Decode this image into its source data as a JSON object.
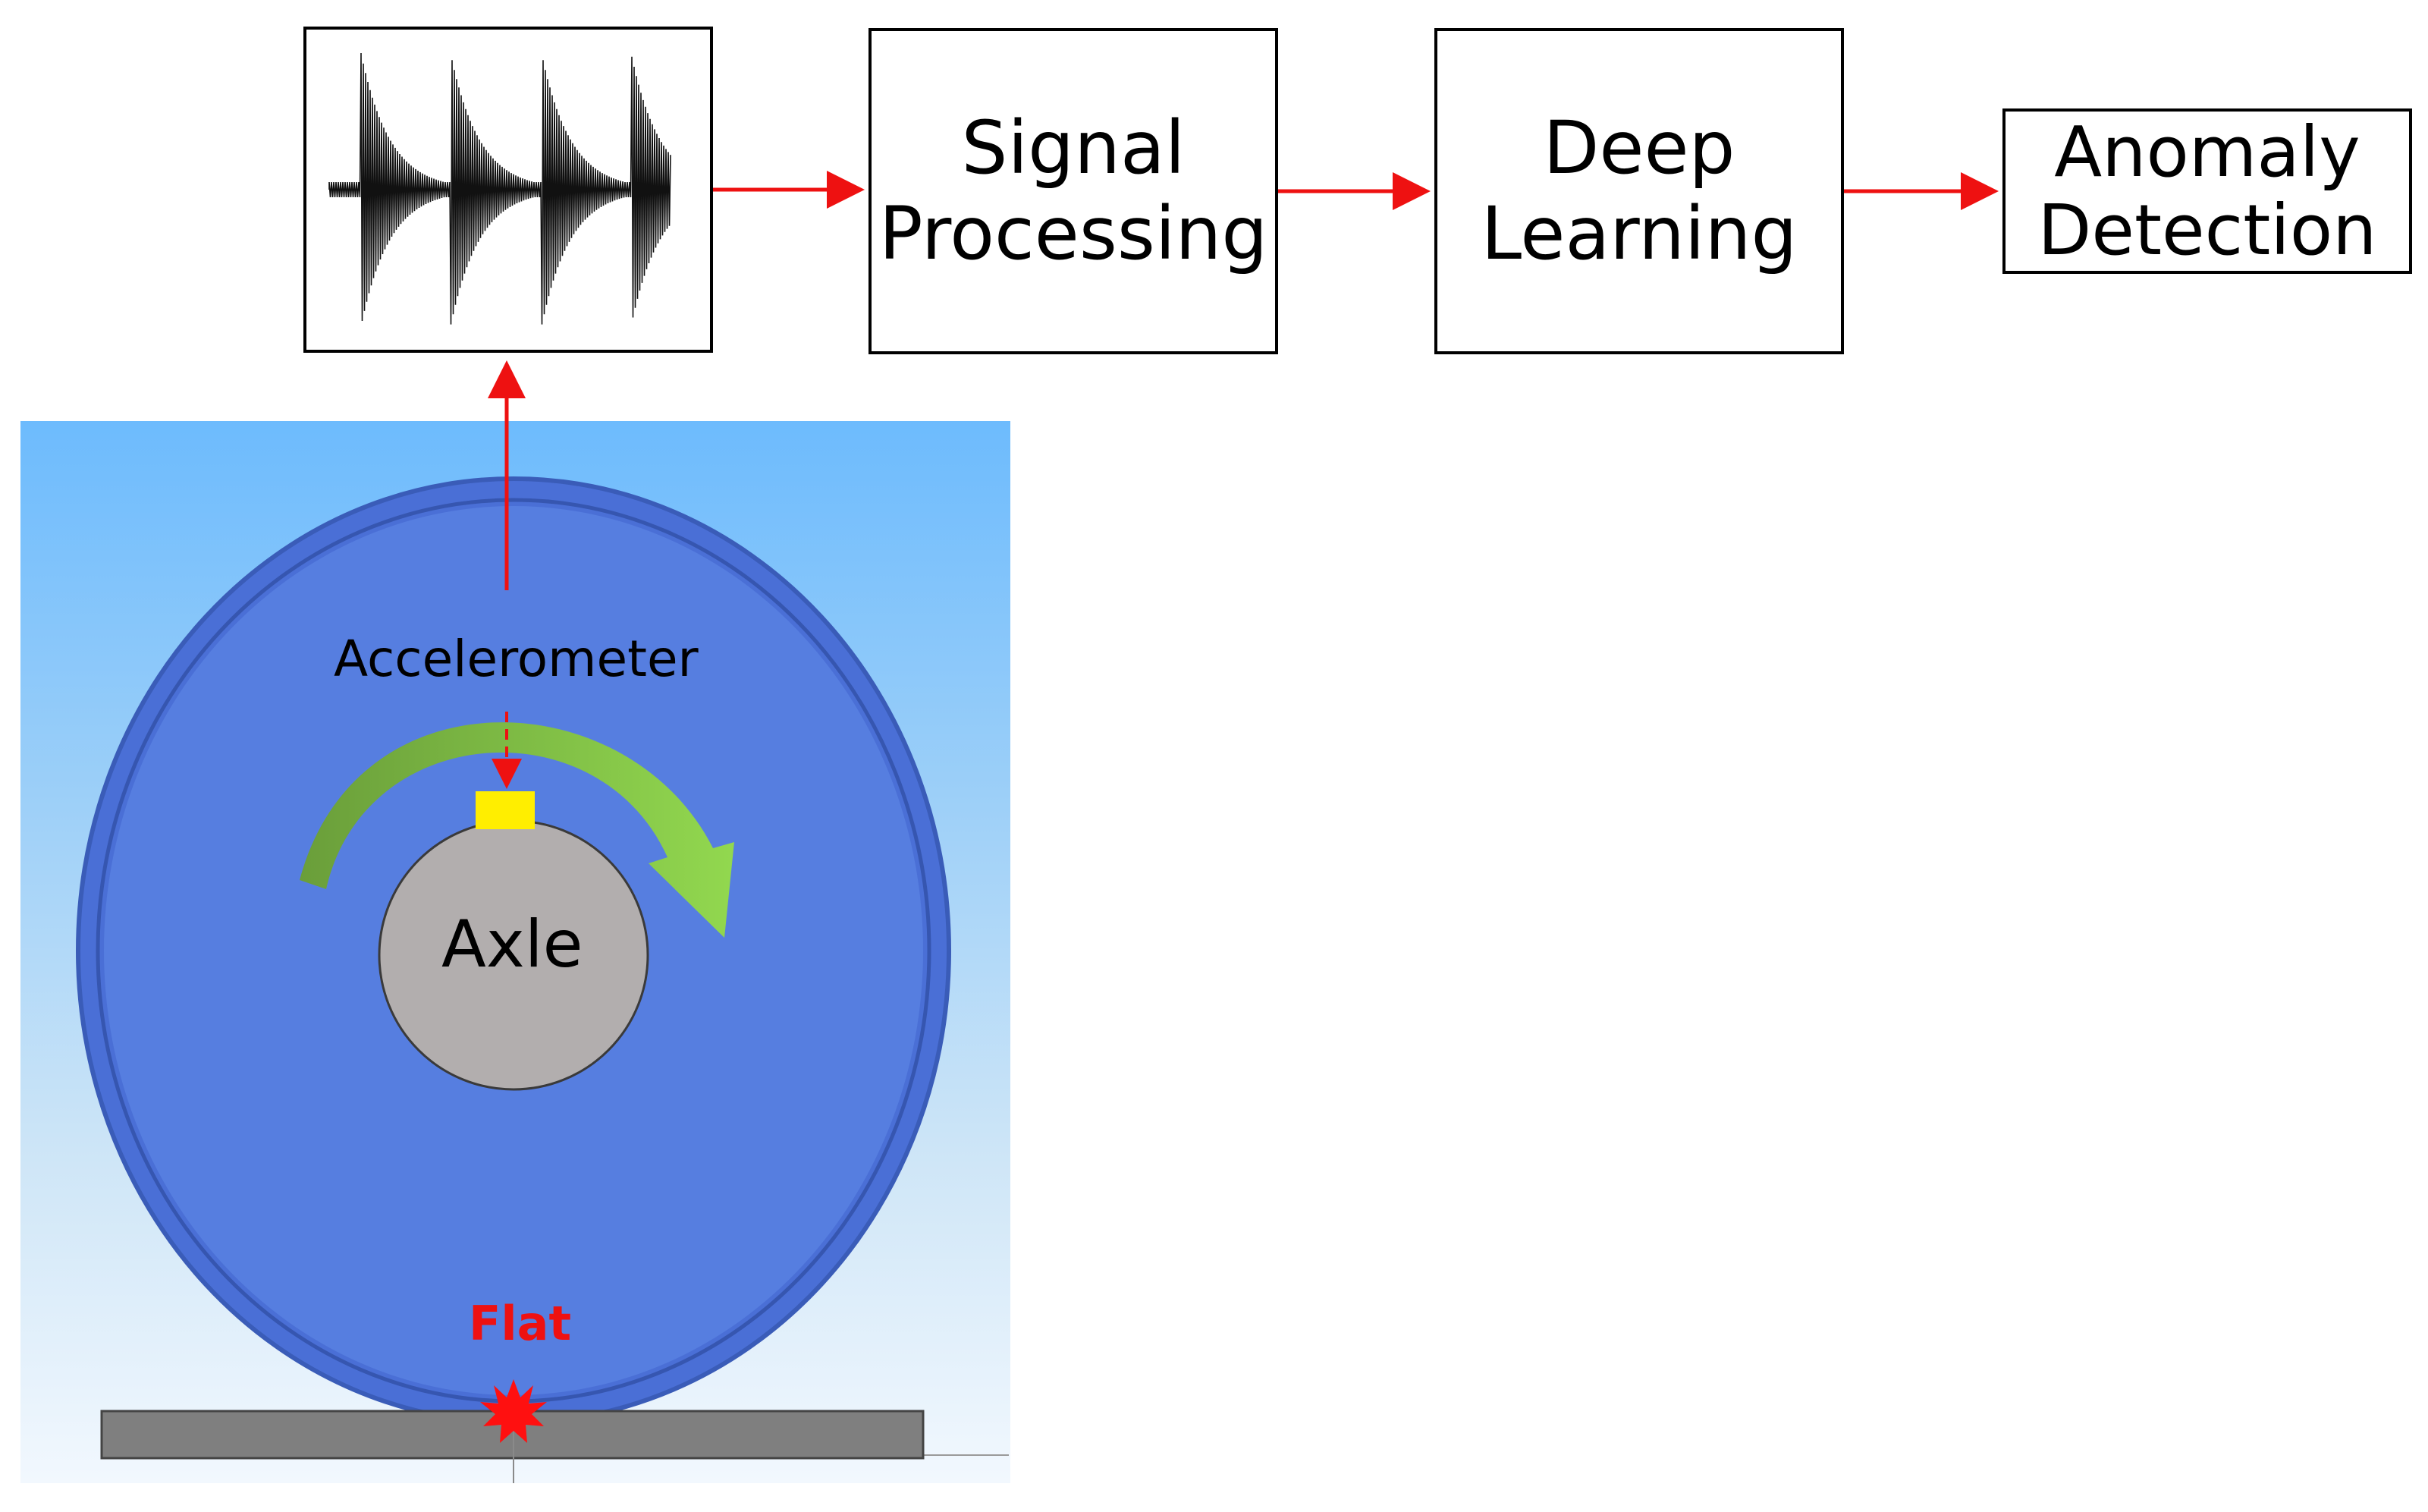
{
  "pipeline": {
    "signal_processing": "Signal\nProcessing",
    "deep_learning": "Deep\nLearning",
    "anomaly_detection": "Anomaly\nDetection"
  },
  "wheel": {
    "accelerometer_label": "Accelerometer",
    "axle_label": "Axle",
    "flat_label": "Flat"
  },
  "colors": {
    "arrow": "#ee1111",
    "wheel_fill": "#567ee0",
    "wheel_rim": "#4a6fd6",
    "axle_fill": "#b2aeae",
    "sensor": "#ffee00",
    "rail": "#7f7f7f",
    "rotation_arrow": "#7cc64a",
    "background_top": "#6dbbfd"
  },
  "icons": {
    "waveform": "waveform-icon",
    "rotation": "curved-rotation-arrow-icon",
    "flat_spot": "starburst-icon"
  }
}
